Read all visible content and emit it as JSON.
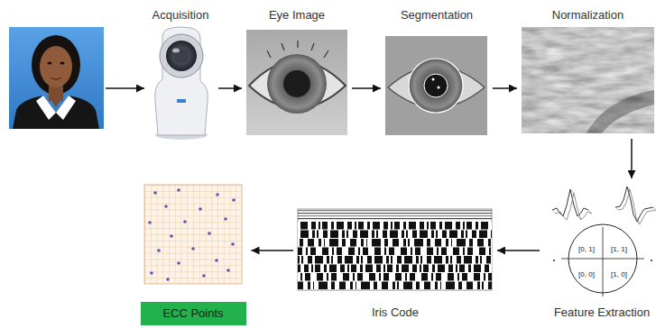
{
  "diagram": {
    "nodes": [
      {
        "text": [
          "Acquisition"
        ]
      },
      {
        "text": [
          "Eye Image"
        ]
      },
      {
        "text": [
          "Segmentation"
        ]
      },
      {
        "text": [
          "Normalization"
        ]
      },
      {
        "text": [
          "Feature Extraction"
        ]
      },
      {
        "text": [
          "Iris Code"
        ]
      },
      {
        "text": [
          "ECC Points"
        ]
      }
    ],
    "edges": [
      {
        "from": 0,
        "to": 1,
        "arrow": "to"
      },
      {
        "from": 1,
        "to": 2,
        "arrow": "to"
      },
      {
        "from": 2,
        "to": 3,
        "arrow": "to"
      },
      {
        "from": 3,
        "to": 4,
        "arrow": "to"
      },
      {
        "from": 4,
        "to": 5,
        "arrow": "to"
      },
      {
        "from": 5,
        "to": 6,
        "arrow": "to"
      }
    ],
    "labels": [
      "[0, 1]",
      "[1, 1]",
      "[0, 0]",
      "[1, 0]"
    ]
  }
}
